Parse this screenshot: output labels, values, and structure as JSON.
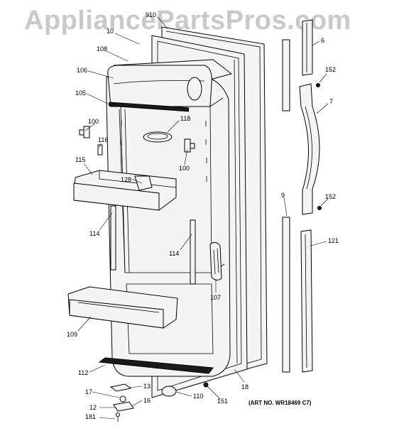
{
  "watermark": "AppliancePartsPros.com",
  "art_number": "(ART NO. WR18469 C7)",
  "callouts": {
    "c910": "910",
    "c10": "10",
    "c6": "6",
    "c108": "108",
    "c106": "106",
    "c105": "105",
    "c152a": "152",
    "c7": "7",
    "c100a": "100",
    "c118": "118",
    "c116": "116",
    "c100b": "100",
    "c115": "115",
    "c128": "128",
    "c9": "9",
    "c152b": "152",
    "c114a": "114",
    "c121": "121",
    "c114b": "114",
    "c107": "107",
    "c109": "109",
    "c112": "112",
    "c13": "13",
    "c17": "17",
    "c16": "16",
    "c110": "110",
    "c151": "151",
    "c18": "18",
    "c12": "12",
    "c181": "181"
  }
}
